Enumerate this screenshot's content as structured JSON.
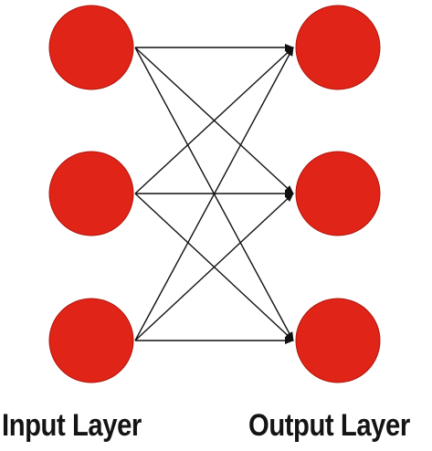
{
  "colors": {
    "node_fill": "#e02418",
    "node_stroke": "#b0160d",
    "edge": "#111111",
    "label": "#141414"
  },
  "layers": [
    {
      "name": "input",
      "label": "Input Layer",
      "node_count": 3
    },
    {
      "name": "output",
      "label": "Output Layer",
      "node_count": 3
    }
  ],
  "connections": [
    {
      "from": 0,
      "to": 0
    },
    {
      "from": 0,
      "to": 1
    },
    {
      "from": 0,
      "to": 2
    },
    {
      "from": 1,
      "to": 0
    },
    {
      "from": 1,
      "to": 1
    },
    {
      "from": 1,
      "to": 2
    },
    {
      "from": 2,
      "to": 0
    },
    {
      "from": 2,
      "to": 1
    },
    {
      "from": 2,
      "to": 2
    }
  ]
}
